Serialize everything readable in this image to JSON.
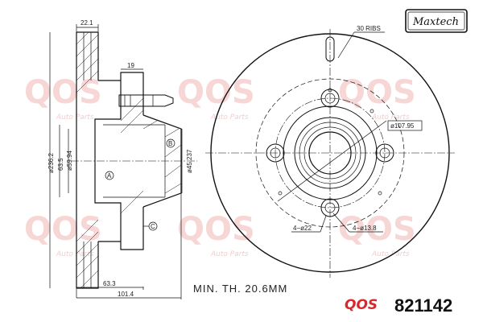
{
  "brand": {
    "logo_text": "Maxtech",
    "footer_logo": "QOS"
  },
  "part_number": "821142",
  "thickness_note": "MIN. TH. 20.6MM",
  "watermark": {
    "logo": "QOS",
    "sub": "Auto Parts"
  },
  "side_view": {
    "dims": {
      "top_width": "22.1",
      "stud": "19",
      "diameter_outer": "ø236.2",
      "diameter_1": "63.5",
      "diameter_2": "ø59.94",
      "diameter_3": "ø45.237",
      "bottom_1": "63.3",
      "bottom_2": "101.4"
    },
    "markers": [
      "A",
      "B",
      "C"
    ]
  },
  "front_view": {
    "ribs": "30 RIBS",
    "pcd": "ø107.95",
    "holes_1": "4−ø22",
    "holes_2": "4−ø13.8"
  },
  "colors": {
    "line": "#111111",
    "watermark": "#f2b5b5"
  }
}
